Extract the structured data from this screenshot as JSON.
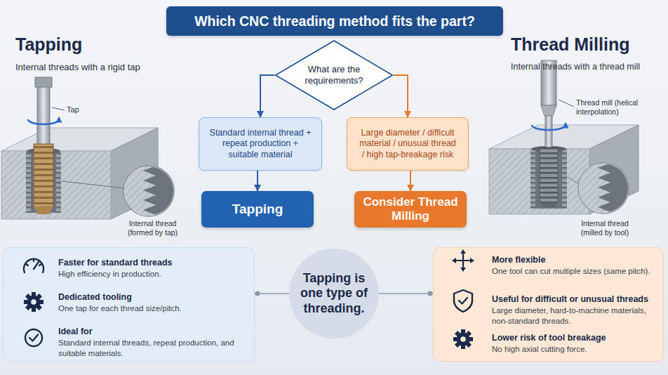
{
  "diagram": {
    "title": "Which CNC threading method fits the part?",
    "nodes": [
      {
        "text": [
          "What are the requirements?"
        ]
      },
      {
        "text": [
          "Standard internal thread + repeat production + suitable material"
        ]
      },
      {
        "text": [
          "Large diameter / difficult material / unusual thread / high tap-breakage risk"
        ]
      },
      {
        "text": [
          "Tapping"
        ]
      },
      {
        "text": [
          "Consider Thread Milling"
        ]
      },
      {
        "text": [
          "Faster for standard threads",
          "High efficiency in production.",
          "Dedicated tooling",
          "One tap for each thread size/pitch.",
          "Ideal for",
          "Standard internal threads, repeat production, and suitable materials."
        ]
      },
      {
        "text": [
          "Tapping is one type of threading."
        ]
      },
      {
        "text": [
          "More flexible",
          "One tool can cut multiple sizes (same pitch).",
          "Useful for difficult or unusual threads",
          "Large diameter, hard-to-machine materials, non-standard threads.",
          "Lower risk of tool breakage",
          "No high axial cutting force."
        ]
      }
    ],
    "edges": [
      {
        "from": 0,
        "to": 1,
        "arrow": "to"
      },
      {
        "from": 0,
        "to": 2,
        "arrow": "to"
      },
      {
        "from": 1,
        "to": 3,
        "arrow": "to"
      },
      {
        "from": 2,
        "to": 4,
        "arrow": "to"
      },
      {
        "from": 5,
        "to": 6,
        "arrow": "none"
      },
      {
        "from": 6,
        "to": 7,
        "arrow": "none"
      }
    ],
    "labels": [
      "Tapping",
      "Internal threads with a rigid tap",
      "Thread Milling",
      "Internal threads with a thread mill",
      "Tap",
      "Internal thread (formed by tap)",
      "Thread mill (helical interpolation)",
      "Internal thread (milled by tool)"
    ]
  }
}
